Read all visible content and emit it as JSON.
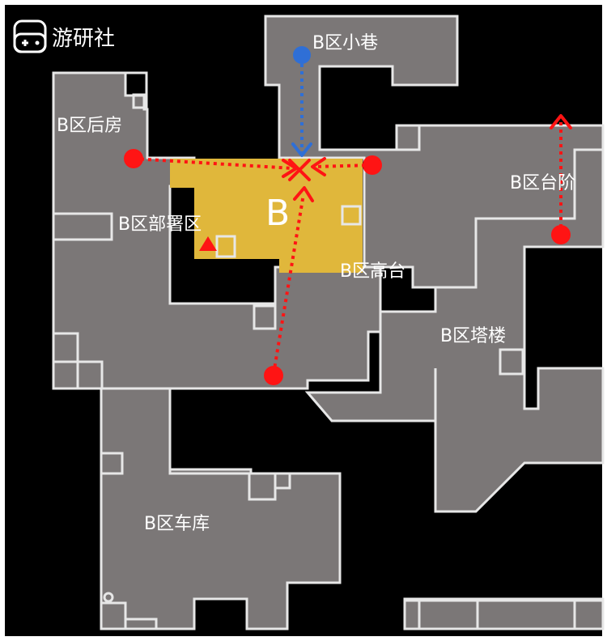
{
  "watermark": {
    "logo_icon": "gamepad-icon",
    "text": "游研社"
  },
  "site": {
    "letter": "B",
    "color": "#e0b73b"
  },
  "regions": {
    "alley": "B区小巷",
    "back_room": "B区后房",
    "stairs": "B区台阶",
    "deploy": "B区部署区",
    "platform": "B区高台",
    "tower": "B区塔楼",
    "garage": "B区车库"
  },
  "colors": {
    "background": "#000000",
    "floor": "#7b7777",
    "wall": "#e7e7e7",
    "route_red": "#ff1414",
    "route_blue": "#2f6fd6"
  },
  "markers": {
    "origin_icon": "circle-dot-icon",
    "arrow_icon": "arrow-head-icon",
    "spawn_icon": "triangle-icon"
  }
}
